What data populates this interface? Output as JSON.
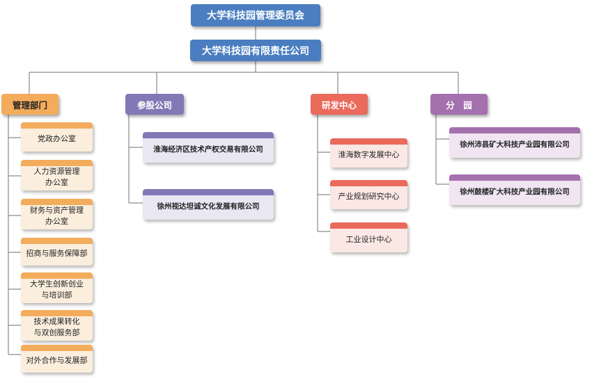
{
  "top": {
    "committee": "大学科技园管理委员会",
    "company": "大学科技园有限责任公司"
  },
  "departments": [
    {
      "title": "管理部门",
      "color": "#f3ac5c",
      "items": [
        "党政办公室",
        "人力资源管理\n办公室",
        "财务与资产管理\n办公室",
        "招商与服务保障部",
        "大学生创新创业\n与培训部",
        "技术成果转化\n与双创服务部",
        "对外合作与发展部"
      ]
    },
    {
      "title": "参股公司",
      "color": "#8178b5",
      "items": [
        "淮海经济区技术产权交易有限公司",
        "徐州视达坦诚文化发展有限公司"
      ]
    },
    {
      "title": "研发中心",
      "color": "#ea6a5c",
      "items": [
        "淮海数字发展中心",
        "产业规划研究中心",
        "工业设计中心"
      ]
    },
    {
      "title": "分　园",
      "color": "#a470ae",
      "items": [
        "徐州沛县矿大科技产业园有限公司",
        "徐州鼓楼矿大科技产业园有限公司"
      ]
    }
  ]
}
